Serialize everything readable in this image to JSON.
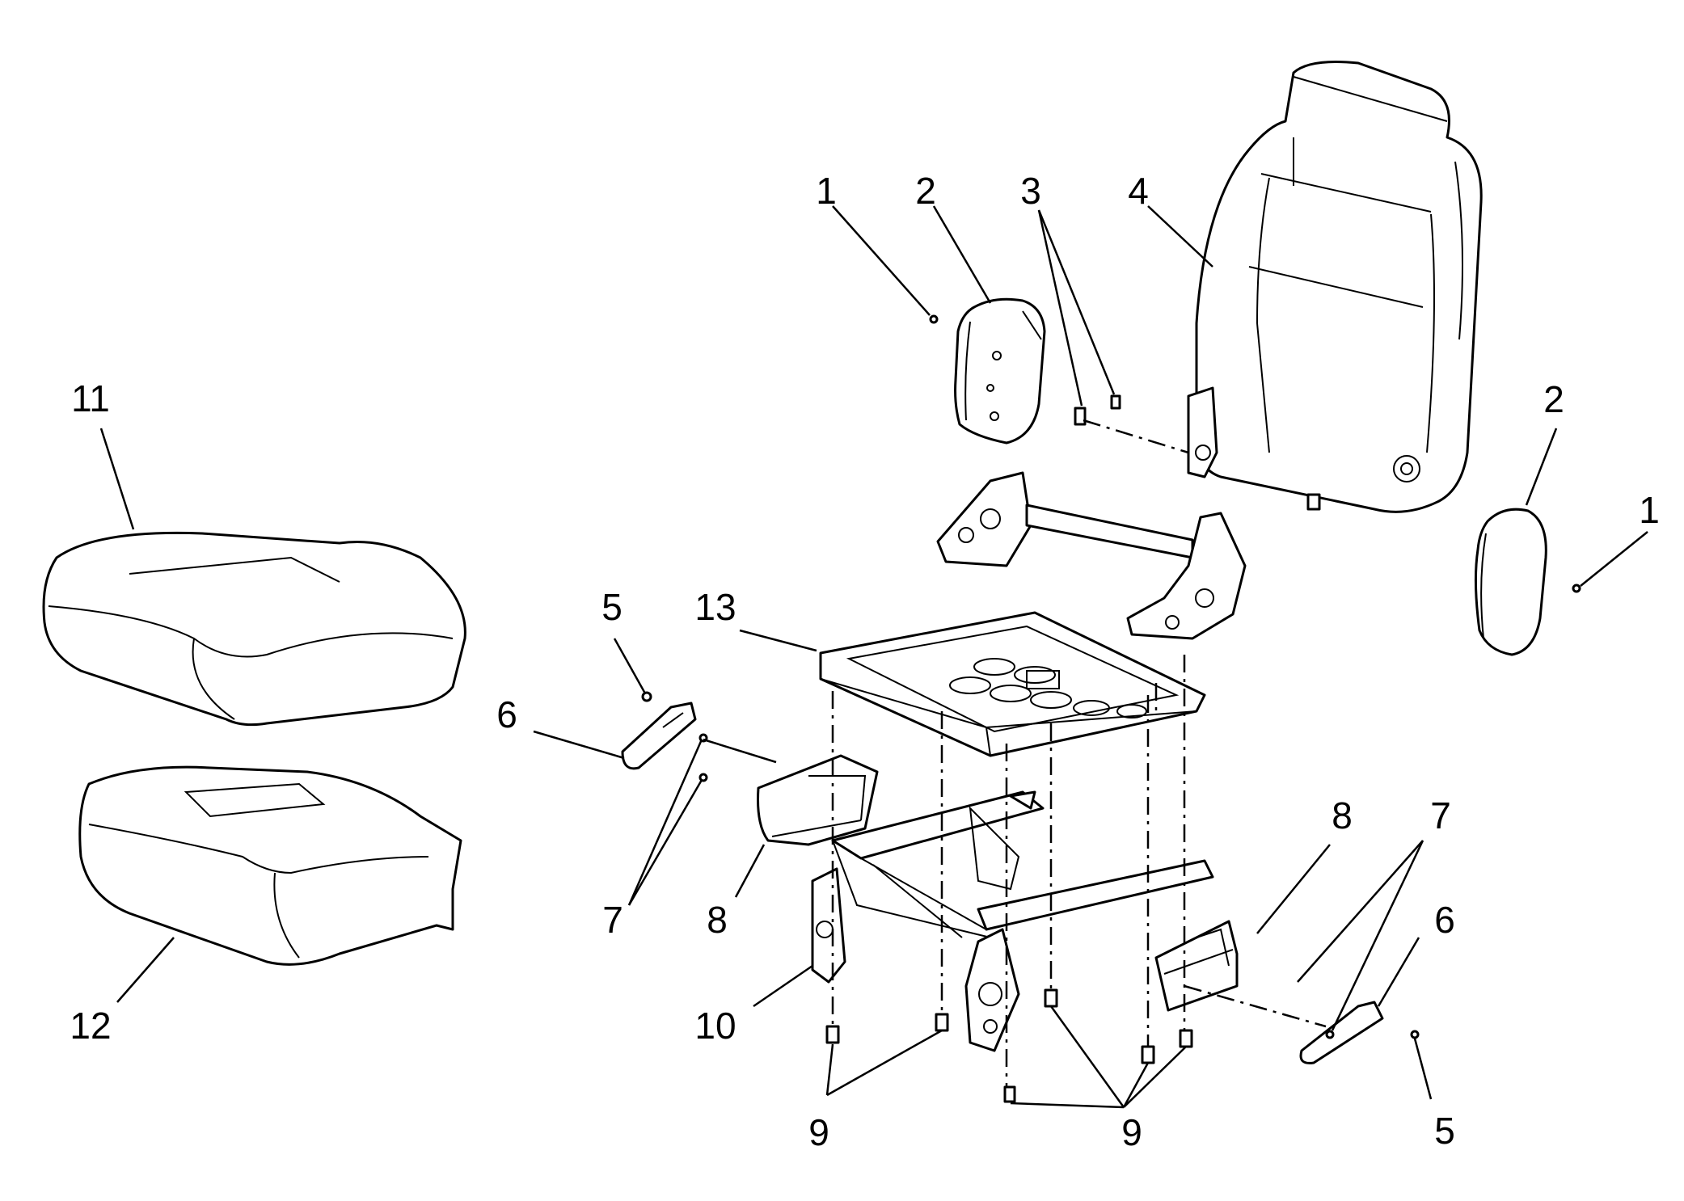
{
  "callouts": {
    "c1a": "1",
    "c2a": "2",
    "c3": "3",
    "c4": "4",
    "c2b": "2",
    "c1b": "1",
    "c11": "11",
    "c5a": "5",
    "c13": "13",
    "c6a": "6",
    "c7a": "7",
    "c8a": "8",
    "c12": "12",
    "c10": "10",
    "c9a": "9",
    "c9b": "9",
    "c8b": "8",
    "c7b": "7",
    "c6b": "6",
    "c5b": "5"
  }
}
